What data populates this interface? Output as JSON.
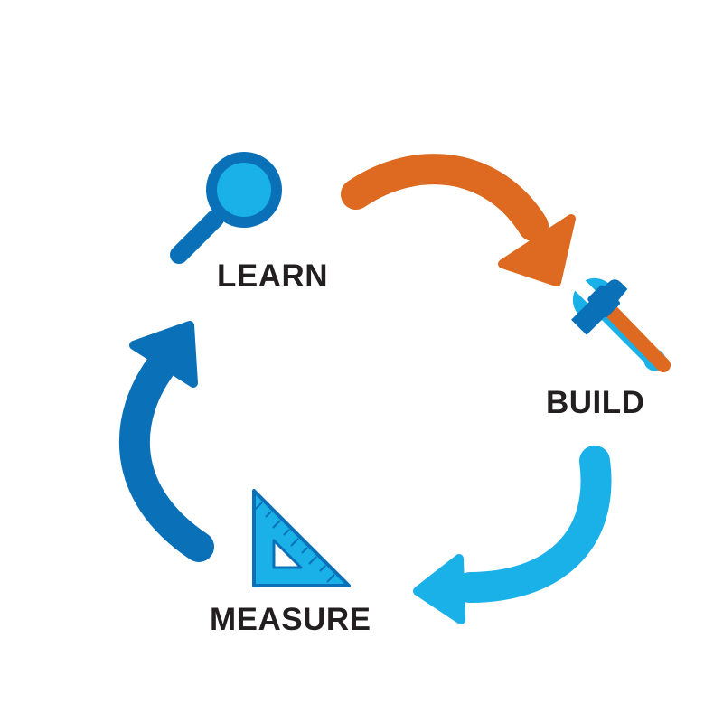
{
  "stages": {
    "learn": {
      "label": "LEARN",
      "icon": "magnifying-glass-icon"
    },
    "build": {
      "label": "BUILD",
      "icon": "hammer-wrench-icon"
    },
    "measure": {
      "label": "MEASURE",
      "icon": "set-square-ruler-icon"
    }
  },
  "colors": {
    "orange": "#dd6a20",
    "light_blue": "#1ab0e8",
    "dark_blue": "#0a71b9",
    "text": "#231f20"
  }
}
